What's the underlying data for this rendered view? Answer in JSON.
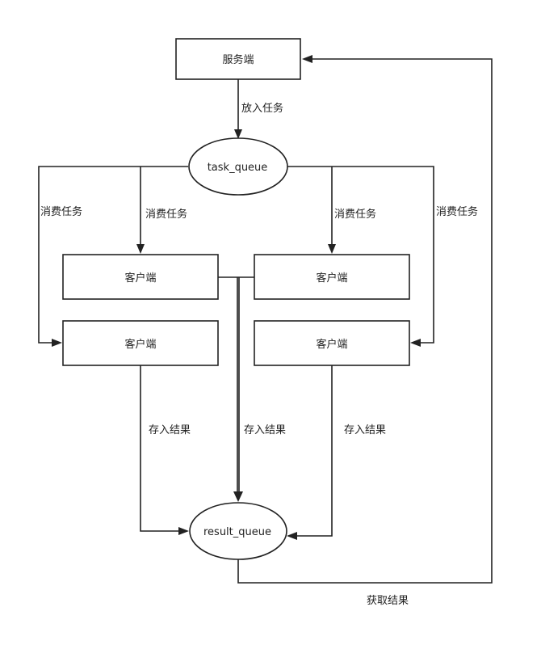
{
  "nodes": {
    "server": "服务端",
    "task_queue": "task_queue",
    "client_top_left": "客户端",
    "client_top_right": "客户端",
    "client_bottom_left": "客户端",
    "client_bottom_right": "客户端",
    "result_queue": "result_queue"
  },
  "edges": {
    "put_task": "放入任务",
    "consume_outer_left": "消费任务",
    "consume_inner_left": "消费任务",
    "consume_inner_right": "消费任务",
    "consume_outer_right": "消费任务",
    "store_left": "存入结果",
    "store_middle": "存入结果",
    "store_right": "存入结果",
    "get_result": "获取结果"
  }
}
